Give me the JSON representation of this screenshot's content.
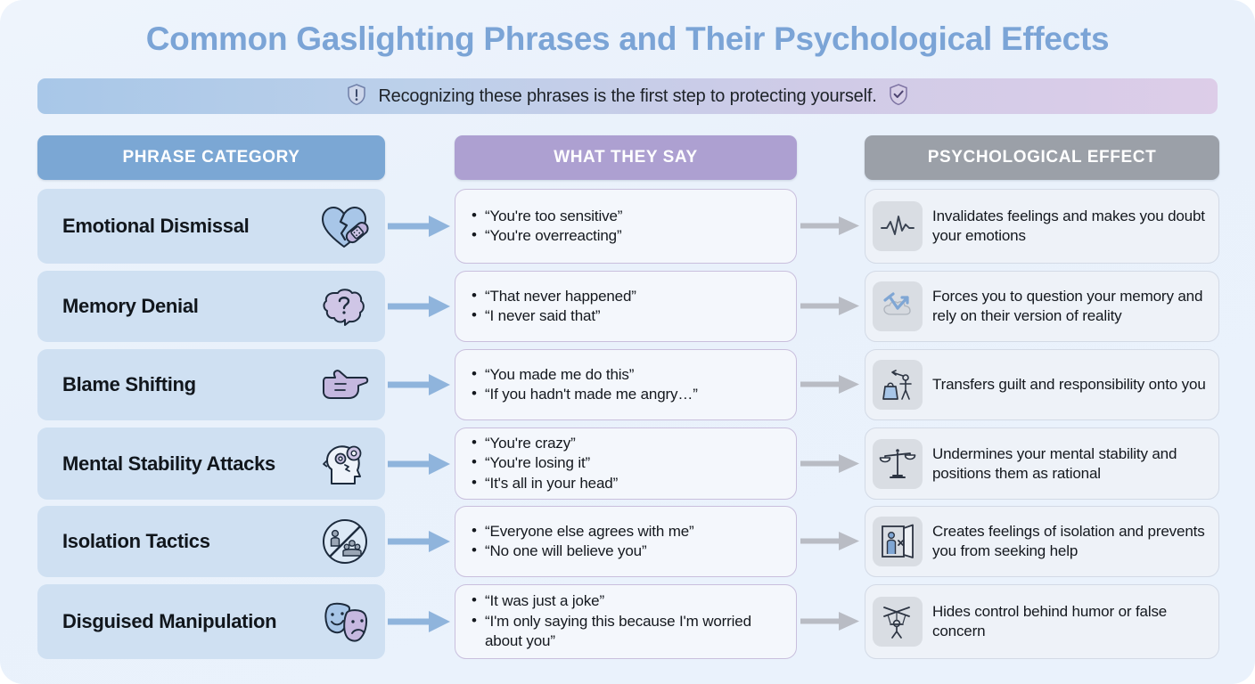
{
  "title": "Common Gaslighting Phrases and Their Psychological Effects",
  "subtitle": "Recognizing these phrases is the first step to protecting yourself.",
  "subtitle_icons": {
    "left": "shield-alert-icon",
    "right": "shield-check-icon"
  },
  "colors": {
    "title": "#7ba4d6",
    "header_category": "#7ba7d4",
    "header_say": "#ada0d1",
    "header_effect": "#9ba0a8",
    "category_pill": "#cfe0f2",
    "arrow_blue": "#8fb4dc",
    "arrow_gray": "#b9bcc4",
    "page_background": "#eaf2fc"
  },
  "headers": {
    "category": "PHRASE CATEGORY",
    "say": "WHAT THEY SAY",
    "effect": "PSYCHOLOGICAL EFFECT"
  },
  "rows": [
    {
      "category": "Emotional Dismissal",
      "category_icon": "broken-heart-bandage-icon",
      "phrases": [
        "“You're too sensitive”",
        "“You're overreacting”"
      ],
      "effect": "Invalidates feelings and makes you doubt your emotions",
      "effect_icon": "pulse-line-icon"
    },
    {
      "category": "Memory Denial",
      "category_icon": "brain-question-icon",
      "phrases": [
        "“That never happened”",
        "“I never said that”"
      ],
      "effect": "Forces you to question your memory and rely on their version of reality",
      "effect_icon": "arrows-cloud-icon"
    },
    {
      "category": "Blame Shifting",
      "category_icon": "pointing-hand-icon",
      "phrases": [
        "“You made me do this”",
        "“If you hadn't made me angry…”"
      ],
      "effect": "Transfers guilt and responsibility onto you",
      "effect_icon": "person-weight-icon"
    },
    {
      "category": "Mental Stability Attacks",
      "category_icon": "head-gears-icon",
      "phrases": [
        "“You're crazy”",
        "“You're losing it”",
        "“It's all in your head”"
      ],
      "effect": "Undermines your mental stability and positions them as rational",
      "effect_icon": "scales-icon"
    },
    {
      "category": "Isolation Tactics",
      "category_icon": "no-people-icon",
      "phrases": [
        "“Everyone else agrees with me”",
        "“No one will believe you”"
      ],
      "effect": "Creates feelings of isolation and prevents you from seeking help",
      "effect_icon": "person-door-blocked-icon"
    },
    {
      "category": "Disguised Manipulation",
      "category_icon": "theater-masks-icon",
      "phrases": [
        "“It was just a joke”",
        "“I'm only saying this because I'm worried about you”"
      ],
      "effect": "Hides control behind humor or false concern",
      "effect_icon": "puppet-strings-icon"
    }
  ]
}
